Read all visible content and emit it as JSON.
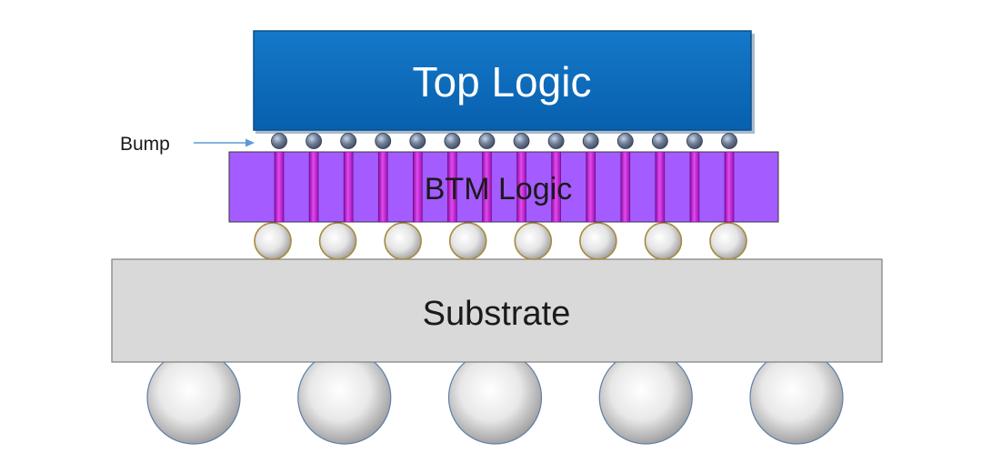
{
  "labels": {
    "top_logic": "Top Logic",
    "btm_logic": "BTM Logic",
    "substrate": "Substrate",
    "bump": "Bump"
  },
  "counts": {
    "micro_bumps": 14,
    "tsv_pillars": 14,
    "c4_bumps": 8,
    "bga_balls": 5
  },
  "colors": {
    "top_logic_fill": "#0868B8",
    "top_logic_dark": "#0A4F8C",
    "btm_logic_fill": "#A45BFF",
    "tsv_fill": "#C81ED8",
    "substrate_fill": "#D9D9D9",
    "substrate_border": "#7F7F7F",
    "arrow": "#5B9BD5"
  }
}
